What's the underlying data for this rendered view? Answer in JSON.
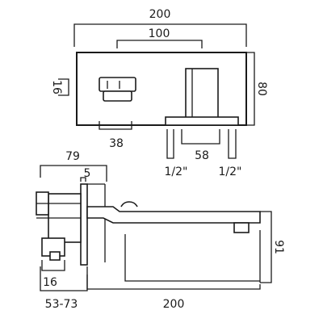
{
  "front_view": {
    "dim_overall_width": "200",
    "dim_inner_width": "100",
    "dim_height": "80",
    "dim_control_offset": "16",
    "dim_control_width": "38",
    "dim_spout_width": "58",
    "dim_inlet_left": "1/2\"",
    "dim_inlet_right": "1/2\""
  },
  "side_view": {
    "dim_body_depth": "79",
    "dim_plate_thickness": "5",
    "dim_spout_projection": "200",
    "dim_spout_height": "91",
    "dim_wall_offset": "16",
    "dim_adjust_range": "53-73"
  }
}
